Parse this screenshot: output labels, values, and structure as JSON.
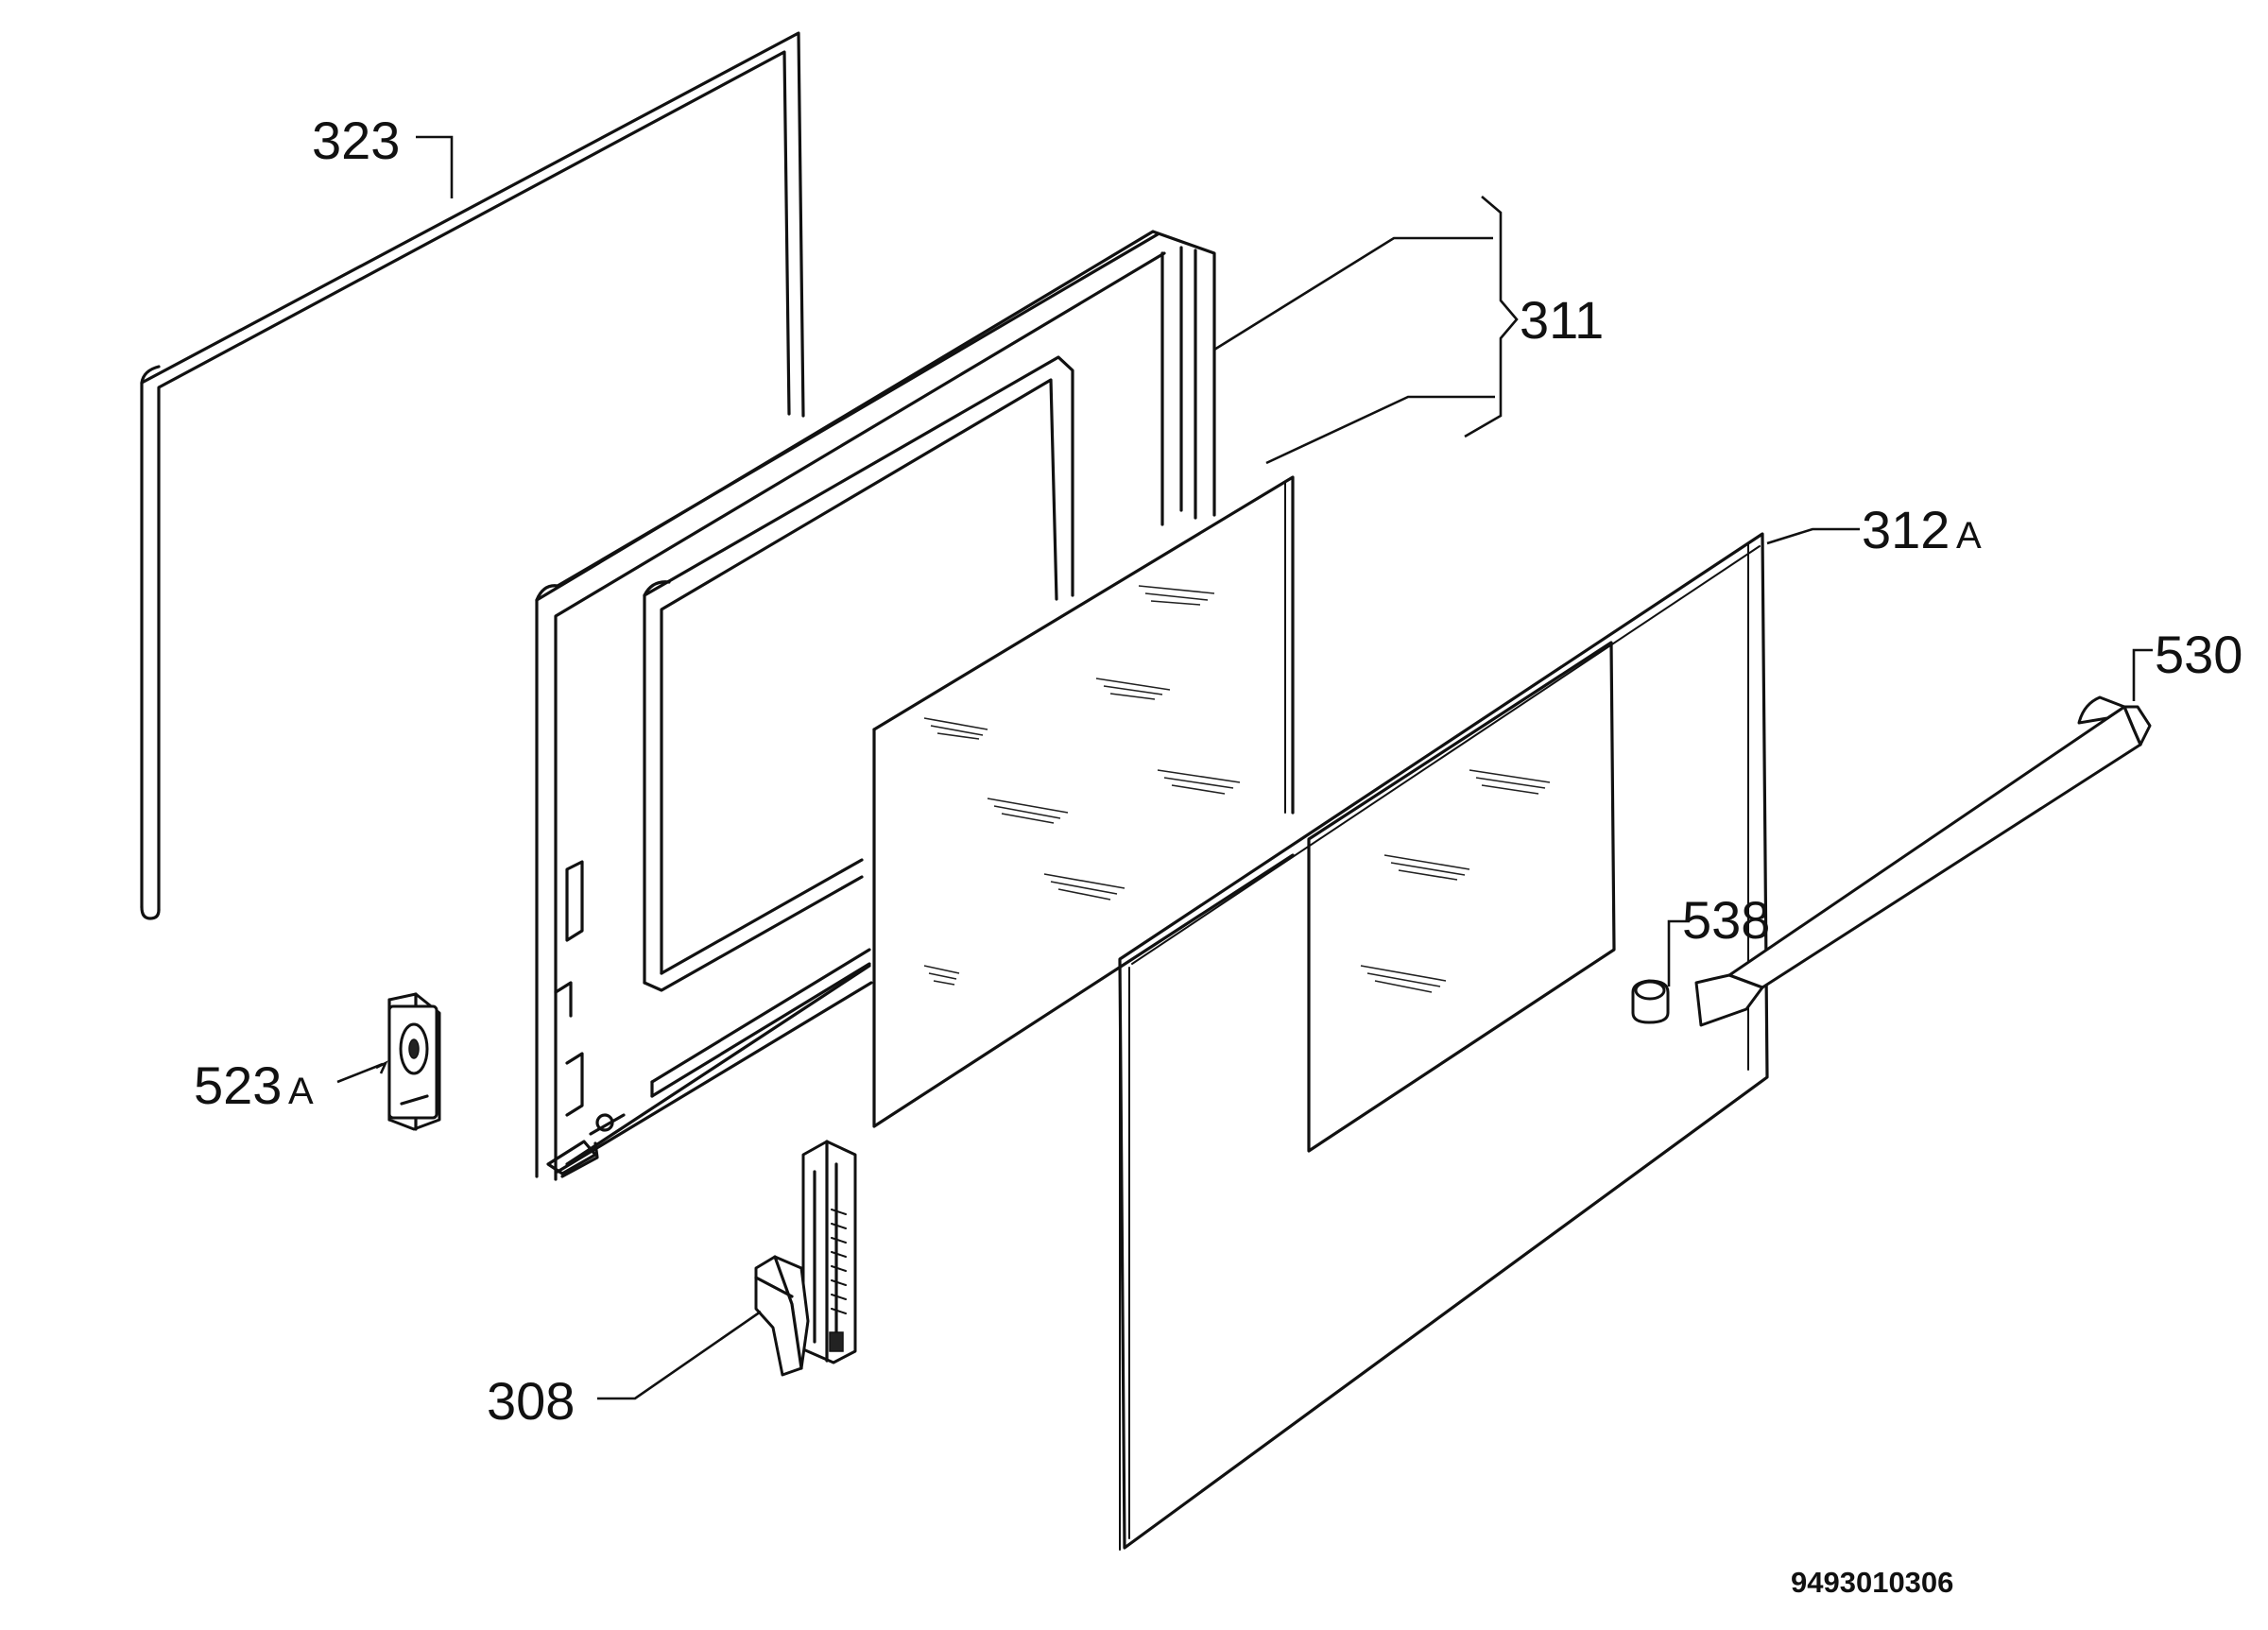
{
  "parts": [
    {
      "id": "323",
      "name": "door-seal-gasket",
      "number": "323",
      "suffix": ""
    },
    {
      "id": "311",
      "name": "inner-door-frame",
      "number": "311",
      "suffix": ""
    },
    {
      "id": "312A",
      "name": "outer-door-glass",
      "number": "312",
      "suffix": "A"
    },
    {
      "id": "530",
      "name": "door-handle",
      "number": "530",
      "suffix": ""
    },
    {
      "id": "538",
      "name": "handle-spacer",
      "number": "538",
      "suffix": ""
    },
    {
      "id": "523A",
      "name": "door-hinge-bracket",
      "number": "523",
      "suffix": "A"
    },
    {
      "id": "308",
      "name": "door-hinge",
      "number": "308",
      "suffix": ""
    }
  ],
  "labels": {
    "p323": "323",
    "p311": "311",
    "p312": "312",
    "p312_suffix": "A",
    "p530": "530",
    "p538": "538",
    "p523": "523",
    "p523_suffix": "A",
    "p308": "308"
  },
  "document_number": "9493010306"
}
